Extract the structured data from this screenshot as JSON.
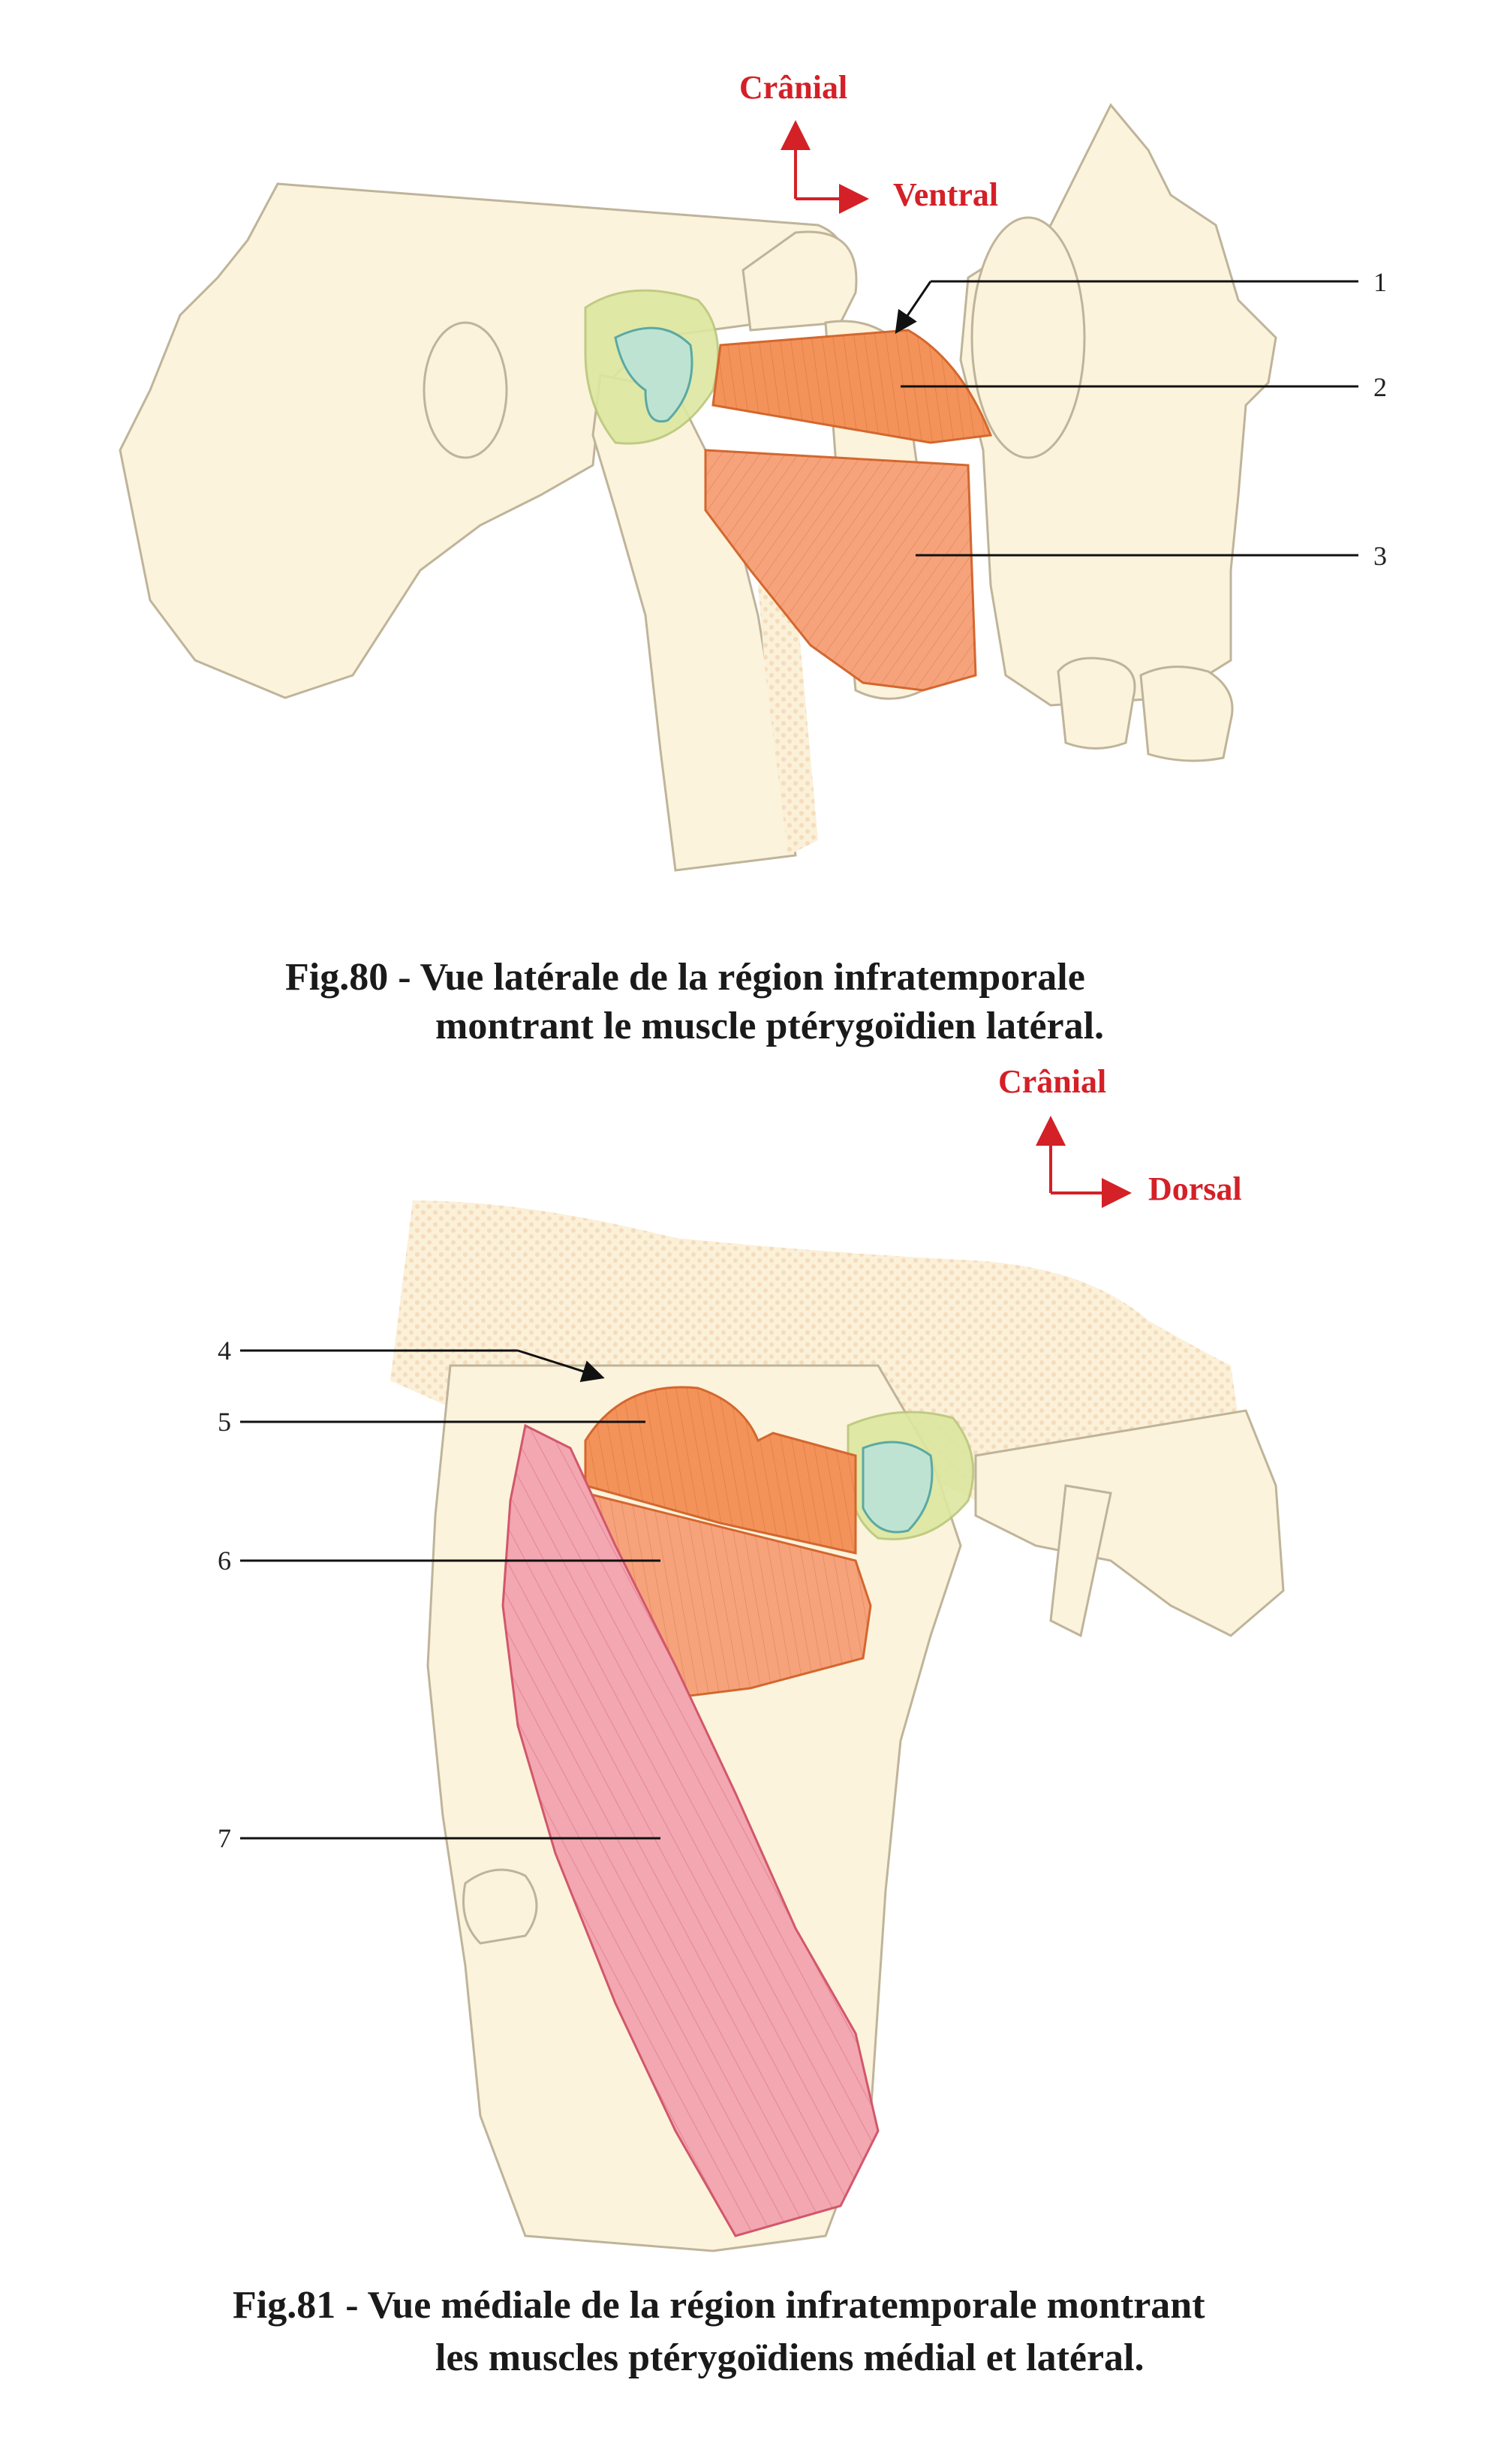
{
  "figures": [
    {
      "id": "fig80",
      "orientation": {
        "up": "Crânial",
        "right": "Ventral"
      },
      "labels": [
        "1",
        "2",
        "3"
      ],
      "caption": {
        "line1": "Fig.80 - Vue latérale de la région infratemporale",
        "line2": "montrant le muscle ptérygoïdien latéral."
      }
    },
    {
      "id": "fig81",
      "orientation": {
        "up": "Crânial",
        "right": "Dorsal"
      },
      "labels": [
        "4",
        "5",
        "6",
        "7"
      ],
      "caption": {
        "line1": "Fig.81 - Vue médiale de la région infratemporale montrant",
        "line2": "les muscles ptérygoïdiens médial et latéral."
      }
    }
  ],
  "colors": {
    "bone": "#fbf3dc",
    "bone_outline": "#bfb49a",
    "lateral_pterygoid": "#f3935a",
    "lateral_pterygoid_lower": "#f6a37c",
    "medial_pterygoid": "#f2a7b1",
    "condyle": "#dde7a0",
    "disc": "#bfe3d2",
    "accent": "#d42027"
  }
}
